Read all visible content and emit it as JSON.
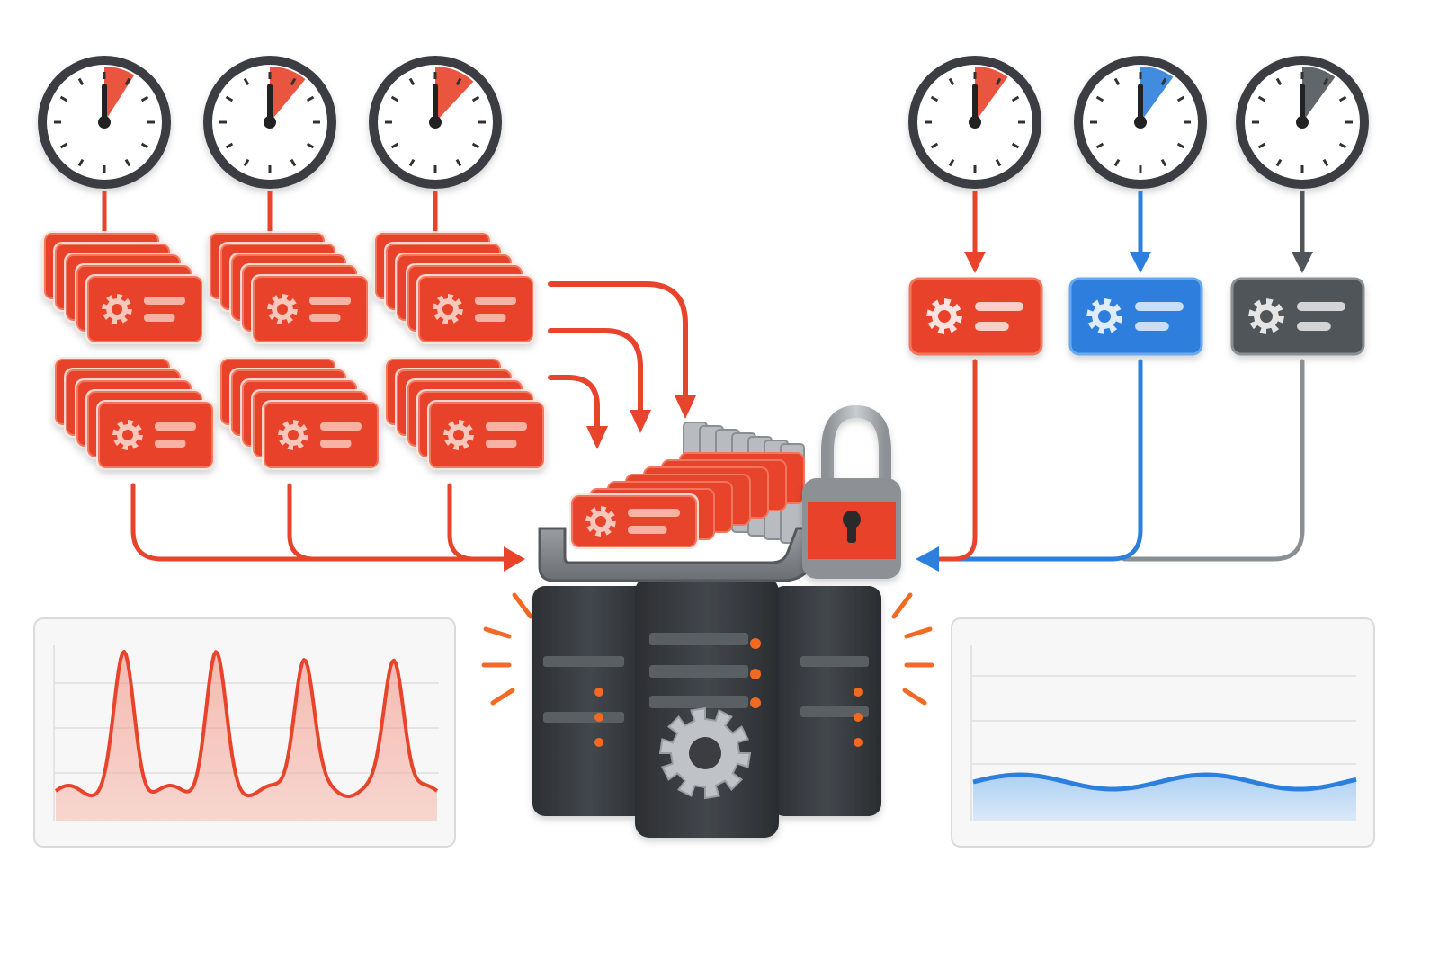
{
  "colors": {
    "red": "#e8432b",
    "red_light": "#f0785f",
    "red_pale": "#f7b2a4",
    "blue": "#2d7fdd",
    "blue_light": "#6aaaf0",
    "gray": "#505559",
    "gray_light": "#8a8f94",
    "server_dark": "#33363a",
    "server_mid": "#4a4e53",
    "gear": "#bfc2c6",
    "led": "#f26a24",
    "panel_bg": "#f7f7f7",
    "panel_border": "#dadada",
    "clock_rim": "#3b3e42"
  },
  "icons": {
    "clock": "stopwatch-clock-icon",
    "job_card": "gear-job-card-icon",
    "arrow": "flow-arrow-icon",
    "lock": "padlock-icon",
    "server": "server-rack-icon",
    "gear": "gear-icon",
    "alert": "alert-burst-icon"
  },
  "left_group": {
    "clocks": [
      {
        "color": "red",
        "wedge_fraction": 0.09
      },
      {
        "color": "red",
        "wedge_fraction": 0.11
      },
      {
        "color": "red",
        "wedge_fraction": 0.12
      }
    ],
    "job_stack_depth": 5,
    "load_pattern": "spiky"
  },
  "right_group": {
    "clocks": [
      {
        "color": "red",
        "wedge_fraction": 0.1
      },
      {
        "color": "blue",
        "wedge_fraction": 0.1
      },
      {
        "color": "gray",
        "wedge_fraction": 0.1
      }
    ],
    "jobs": [
      "red",
      "blue",
      "gray"
    ],
    "load_pattern": "smooth"
  }
}
